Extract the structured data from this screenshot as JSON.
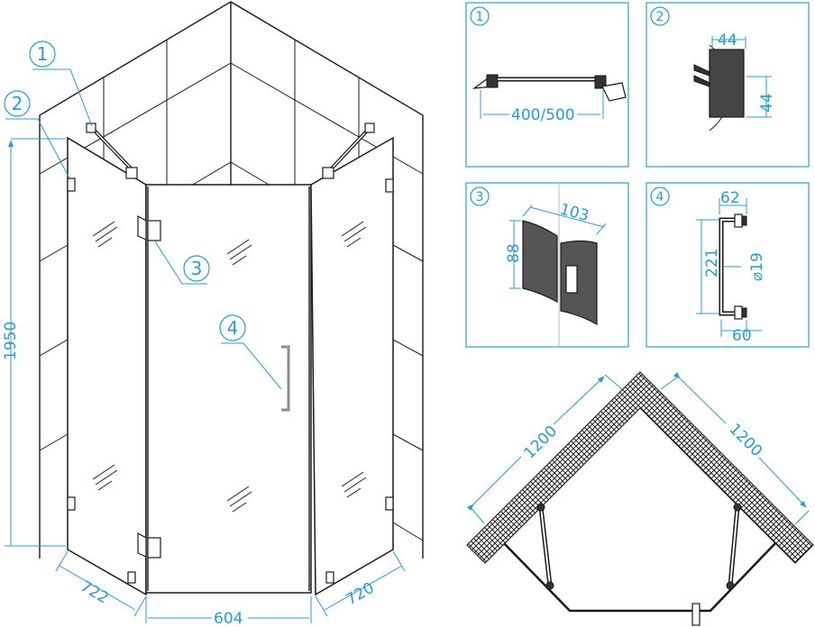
{
  "callouts": [
    "1",
    "2",
    "3",
    "4"
  ],
  "dimensions": {
    "height": "1950",
    "left_panel_width": "722",
    "door_width": "604",
    "right_panel_width": "720"
  },
  "details": [
    {
      "number": "1",
      "dims": [
        "400/500"
      ]
    },
    {
      "number": "2",
      "dims": [
        "44",
        "44"
      ]
    },
    {
      "number": "3",
      "dims": [
        "103",
        "88"
      ]
    },
    {
      "number": "4",
      "dims": [
        "62",
        "221",
        "⌀19",
        "60"
      ]
    }
  ],
  "plan": {
    "left_wall": "1200",
    "right_wall": "1200"
  },
  "colors": {
    "accent": "#2b9ccc",
    "line": "#1a1a1a"
  }
}
